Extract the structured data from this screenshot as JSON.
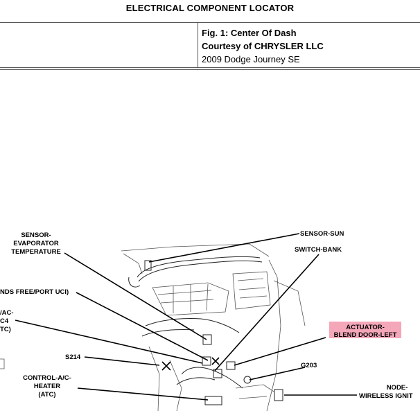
{
  "document": {
    "title": "ELECTRICAL COMPONENT LOCATOR",
    "figure_caption": "Fig. 1: Center Of Dash",
    "courtesy": "Courtesy of CHRYSLER LLC",
    "vehicle": "2009 Dodge Journey SE"
  },
  "labels": {
    "sensor_evap_1": "SENSOR-",
    "sensor_evap_2": "EVAPORATOR",
    "sensor_evap_3": "TEMPERATURE",
    "sensor_sun": "SENSOR-SUN",
    "switch_bank": "SWITCH-BANK",
    "hands_free": "NDS FREE/PORT UCI)",
    "ac_1": "/AC-",
    "ac_2": "C4",
    "ac_3": "TC)",
    "actuator_1": "ACTUATOR-",
    "actuator_2": "BLEND DOOR-LEFT",
    "s214": "S214",
    "g203": "G203",
    "control_1": "CONTROL-A/C-",
    "control_2": "HEATER",
    "control_3": "(ATC)",
    "node_1": "NODE-",
    "node_2": "WIRELESS IGNIT"
  },
  "colors": {
    "actuator_highlight": "#f4a7b9"
  }
}
